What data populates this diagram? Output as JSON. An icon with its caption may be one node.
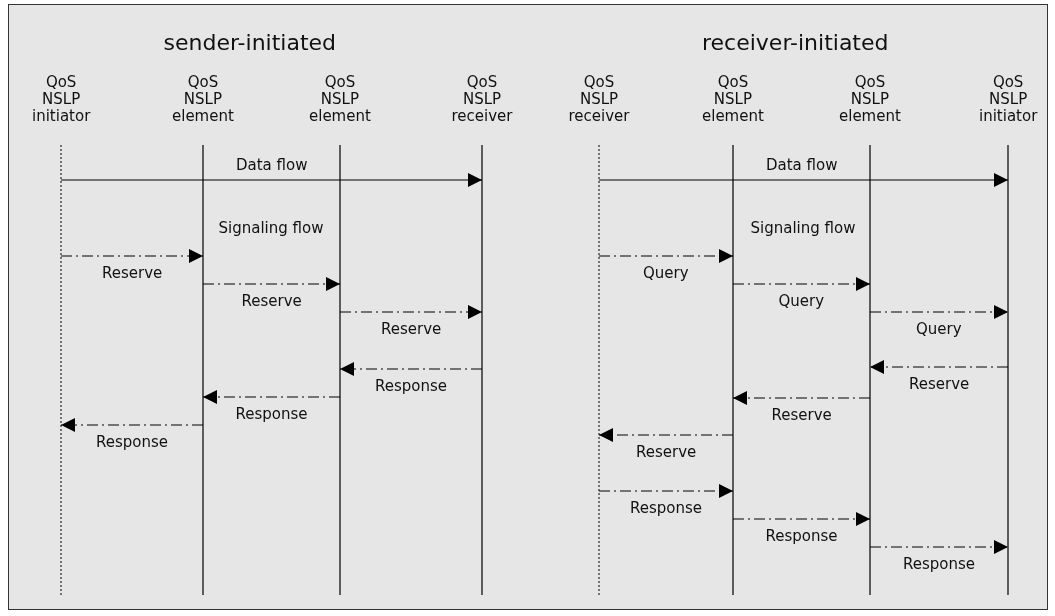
{
  "diagram": {
    "nodes": [
      {
        "text": [
          "QoS NSLP initiator"
        ]
      },
      {
        "text": [
          "QoS NSLP element"
        ]
      },
      {
        "text": [
          "QoS NSLP element"
        ]
      },
      {
        "text": [
          "QoS NSLP receiver"
        ]
      },
      {
        "text": [
          "QoS NSLP receiver"
        ]
      },
      {
        "text": [
          "QoS NSLP element"
        ]
      },
      {
        "text": [
          "QoS NSLP element"
        ]
      },
      {
        "text": [
          "QoS NSLP initiator"
        ]
      }
    ],
    "edges": [
      {
        "from": 0,
        "to": 1,
        "arrow": "none"
      },
      {
        "from": 1,
        "to": 2,
        "arrow": "none",
        "label": "Data flow"
      },
      {
        "from": 2,
        "to": 3,
        "arrow": "to"
      },
      {
        "from": 4,
        "to": 5,
        "arrow": "none"
      },
      {
        "from": 5,
        "to": 6,
        "arrow": "none",
        "label": "Data flow"
      },
      {
        "from": 6,
        "to": 7,
        "arrow": "to"
      },
      {
        "from": 0,
        "to": 1,
        "arrow": "to",
        "label": "Reserve",
        "style": "dashed"
      },
      {
        "from": 1,
        "to": 2,
        "arrow": "to",
        "label": "Reserve",
        "style": "dashed"
      },
      {
        "from": 2,
        "to": 3,
        "arrow": "to",
        "label": "Reserve",
        "style": "dashed"
      },
      {
        "from": 3,
        "to": 2,
        "arrow": "to",
        "label": "Response",
        "style": "dashed"
      },
      {
        "from": 2,
        "to": 1,
        "arrow": "to",
        "label": "Response",
        "style": "dashed"
      },
      {
        "from": 1,
        "to": 0,
        "arrow": "to",
        "label": "Response",
        "style": "dashed"
      },
      {
        "from": 4,
        "to": 5,
        "arrow": "to",
        "label": "Query",
        "style": "dashed"
      },
      {
        "from": 5,
        "to": 6,
        "arrow": "to",
        "label": "Query",
        "style": "dashed"
      },
      {
        "from": 6,
        "to": 7,
        "arrow": "to",
        "label": "Query",
        "style": "dashed"
      },
      {
        "from": 7,
        "to": 6,
        "arrow": "to",
        "label": "Reserve",
        "style": "dashed"
      },
      {
        "from": 6,
        "to": 5,
        "arrow": "to",
        "label": "Reserve",
        "style": "dashed"
      },
      {
        "from": 5,
        "to": 4,
        "arrow": "to",
        "label": "Reserve",
        "style": "dashed"
      },
      {
        "from": 4,
        "to": 5,
        "arrow": "to",
        "label": "Response",
        "style": "dashed"
      },
      {
        "from": 5,
        "to": 6,
        "arrow": "to",
        "label": "Response",
        "style": "dashed"
      },
      {
        "from": 6,
        "to": 7,
        "arrow": "to",
        "label": "Response",
        "style": "dashed"
      }
    ],
    "labels": [
      "sender-initiated",
      "receiver-initiated",
      "Signaling flow",
      "Signaling flow"
    ]
  }
}
